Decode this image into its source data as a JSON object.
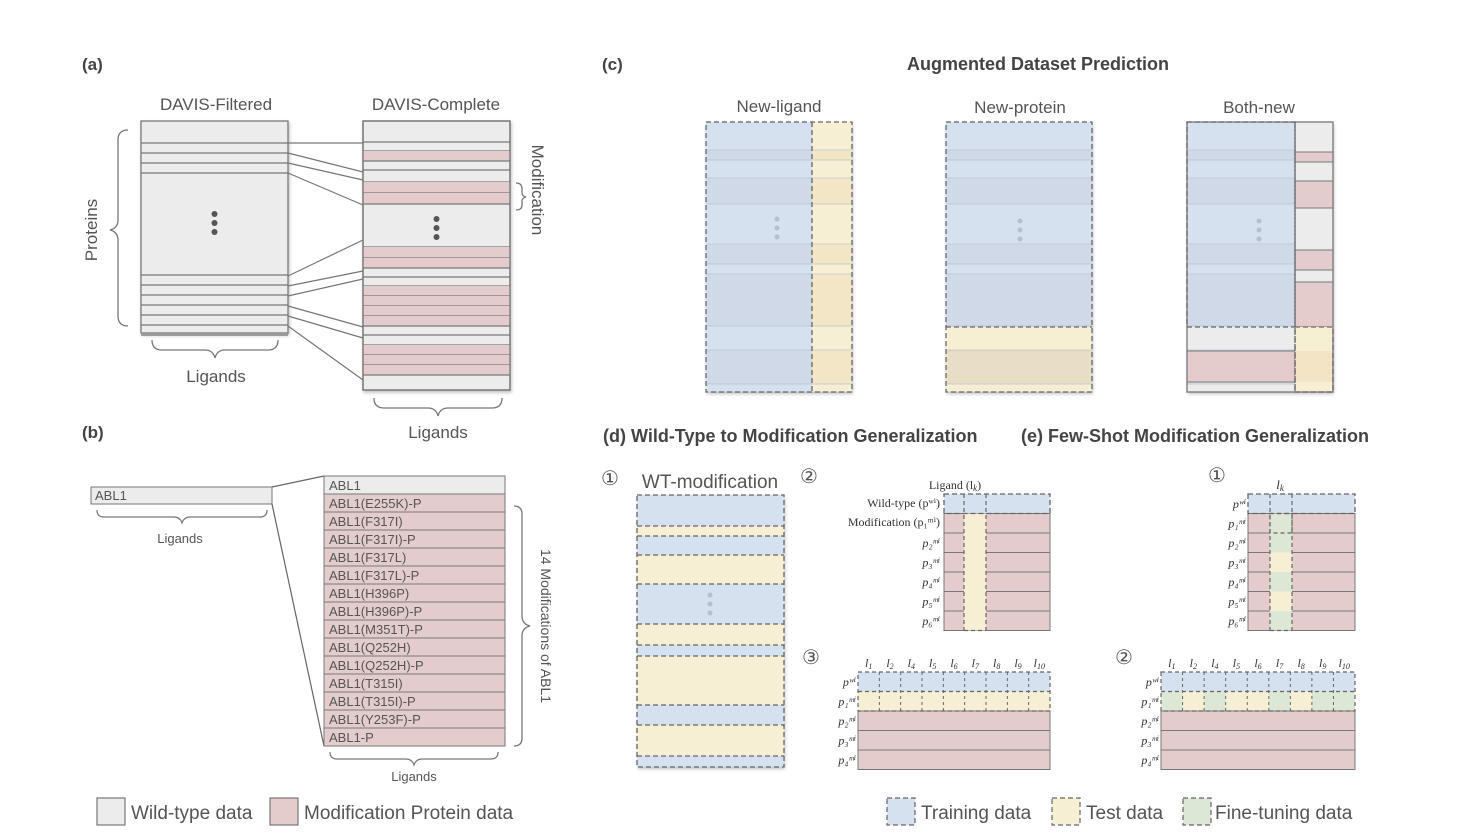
{
  "colors": {
    "wild_type": "#ececec",
    "modification": "#e5cccc",
    "training": "#d6e1f0",
    "test": "#f7efd3",
    "finetune": "#dde7d6",
    "border": "#666666"
  },
  "panel_a": {
    "label": "(a)",
    "filtered_title": "DAVIS-Filtered",
    "complete_title": "DAVIS-Complete",
    "proteins_label": "Proteins",
    "modification_label": "Modification",
    "ligands_label_left": "Ligands",
    "ligands_label_right": "Ligands",
    "filtered_rows": [
      "wt",
      "wt",
      "wt",
      "wt",
      "dots",
      "wt",
      "wt",
      "wt",
      "wt",
      "wt",
      "wt",
      "wt"
    ],
    "complete_rows": [
      "wt",
      "wt",
      "mod",
      "wt",
      "wt",
      "mod",
      "mod",
      "dots",
      "mod",
      "mod",
      "wt",
      "wt",
      "mod",
      "mod",
      "mod",
      "mod",
      "wt",
      "wt",
      "mod",
      "mod",
      "mod",
      "wt"
    ]
  },
  "panel_b": {
    "label": "(b)",
    "source_protein": "ABL1",
    "ligands_label_left": "Ligands",
    "ligands_label_right": "Ligands",
    "brace_label": "14 Modifications of ABL1",
    "proteins": [
      {
        "name": "ABL1",
        "type": "wt"
      },
      {
        "name": "ABL1(E255K)-P",
        "type": "mod"
      },
      {
        "name": "ABL1(F317I)",
        "type": "mod"
      },
      {
        "name": "ABL1(F317I)-P",
        "type": "mod"
      },
      {
        "name": "ABL1(F317L)",
        "type": "mod"
      },
      {
        "name": "ABL1(F317L)-P",
        "type": "mod"
      },
      {
        "name": "ABL1(H396P)",
        "type": "mod"
      },
      {
        "name": "ABL1(H396P)-P",
        "type": "mod"
      },
      {
        "name": "ABL1(M351T)-P",
        "type": "mod"
      },
      {
        "name": "ABL1(Q252H)",
        "type": "mod"
      },
      {
        "name": "ABL1(Q252H)-P",
        "type": "mod"
      },
      {
        "name": "ABL1(T315I)",
        "type": "mod"
      },
      {
        "name": "ABL1(T315I)-P",
        "type": "mod"
      },
      {
        "name": "ABL1(Y253F)-P",
        "type": "mod"
      },
      {
        "name": "ABL1-P",
        "type": "mod"
      }
    ]
  },
  "legend_left": [
    {
      "key": "wild_type",
      "label": "Wild-type data"
    },
    {
      "key": "modification",
      "label": "Modification Protein data"
    }
  ],
  "panel_c": {
    "label": "(c)",
    "title": "Augmented Dataset Prediction",
    "scenarios": [
      {
        "name": "New-ligand"
      },
      {
        "name": "New-protein"
      },
      {
        "name": "Both-new"
      }
    ]
  },
  "panel_d": {
    "title": "(d) Wild-Type to Modification Generalization",
    "step1_marker": "①",
    "step1_title": "WT-modification",
    "step1_rows": [
      "train",
      "test",
      "train",
      "test",
      "dots",
      "test",
      "train",
      "test",
      "train",
      "test",
      "train"
    ],
    "step2_marker": "②",
    "step2_labels": {
      "ligand": "Ligand (l",
      "ligand_sub": "k",
      "wild_type": "Wild-type (p",
      "modification": "Modification (p"
    },
    "step2_rows": [
      "p2",
      "p3",
      "p4",
      "p5",
      "p6"
    ],
    "step3_marker": "③",
    "step3_ligands": [
      "1",
      "2",
      "4",
      "5",
      "6",
      "7",
      "8",
      "9",
      "10"
    ],
    "step3_rows": [
      "w",
      "1",
      "2",
      "3",
      "4"
    ]
  },
  "panel_e": {
    "title": "(e) Few-Shot Modification Generalization",
    "step1_marker": "①",
    "step1_ligand": "l",
    "step1_ligand_sub": "k",
    "step1_col": [
      "train",
      "finetune",
      "finetune",
      "test",
      "finetune",
      "test",
      "finetune"
    ],
    "step2_marker": "②",
    "step2_ligands": [
      "1",
      "2",
      "4",
      "5",
      "6",
      "7",
      "8",
      "9",
      "10"
    ],
    "step2_row1": [
      "finetune",
      "test",
      "finetune",
      "test",
      "test",
      "finetune",
      "test",
      "finetune",
      "finetune"
    ]
  },
  "legend_right": [
    {
      "key": "training",
      "label": "Training data"
    },
    {
      "key": "test",
      "label": "Test data"
    },
    {
      "key": "finetune",
      "label": "Fine-tuning data"
    }
  ]
}
